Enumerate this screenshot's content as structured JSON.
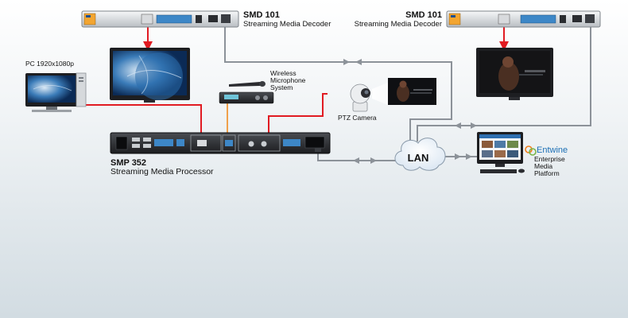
{
  "devices": {
    "smd_left": {
      "title": "SMD 101",
      "subtitle": "Streaming Media Decoder"
    },
    "smd_right": {
      "title": "SMD 101",
      "subtitle": "Streaming Media Decoder"
    },
    "pc": {
      "label": "PC 1920x1080p"
    },
    "microphone": {
      "label": "Wireless\nMicrophone\nSystem"
    },
    "ptz_camera": {
      "label": "PTZ Camera"
    },
    "smp": {
      "title": "SMP 352",
      "subtitle": "Streaming Media Processor"
    },
    "lan": {
      "label": "LAN"
    },
    "entwine": {
      "brand": "Entwine",
      "label": "Enterprise\nMedia\nPlatform"
    }
  },
  "colors": {
    "video_cable": "#e11b22",
    "audio_cable": "#f0a04a",
    "network_cable": "#8c9299",
    "accent_blue": "#3d87c7",
    "entwine_orange": "#ee7d1a",
    "entwine_green": "#7ab648",
    "entwine_text": "#1c6fb5"
  }
}
